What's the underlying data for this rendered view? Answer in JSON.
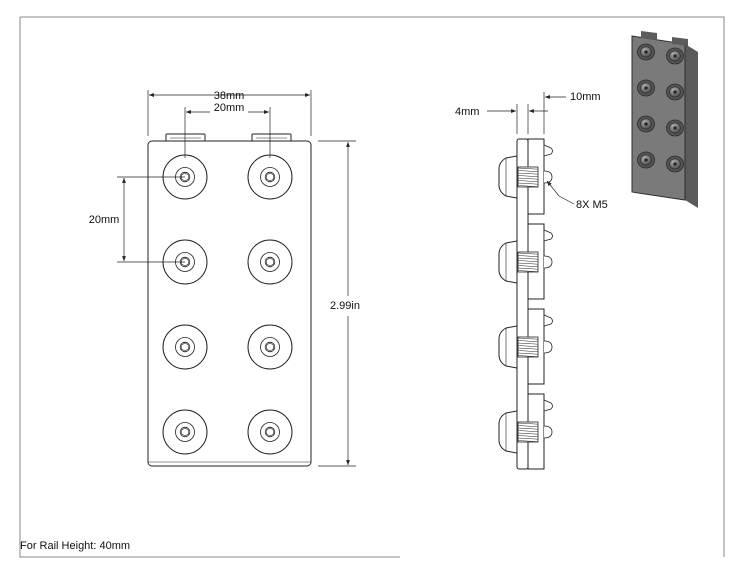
{
  "drawing": {
    "front_view": {
      "overall_width_label": "38mm",
      "hole_spacing_x_label": "20mm",
      "hole_spacing_y_label": "20mm",
      "overall_height_label": "2.99in"
    },
    "side_view": {
      "thickness_label": "4mm",
      "tnut_depth_label": "10mm",
      "fastener_callout": "8X M5"
    },
    "note": "For Rail Height: 40mm"
  },
  "colors": {
    "line": "#222222",
    "fill": "#ffffff",
    "iso_dark": "#3a3a3a",
    "iso_mid": "#6e6e6e",
    "iso_light": "#9a9a9a"
  }
}
